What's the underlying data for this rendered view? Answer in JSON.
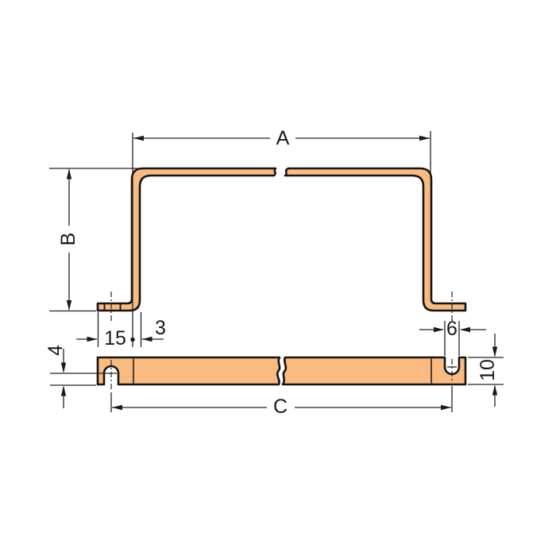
{
  "drawing": {
    "kind": "technical dimensional drawing",
    "views": [
      "bent bracket side elevation (top)",
      "flat bar side elevation (bottom)"
    ]
  },
  "labels": {
    "a": "A",
    "b": "B",
    "c": "C",
    "offset_15": "15",
    "thickness_3": "3",
    "slot_width_6": "6",
    "edge_dist_4": "4",
    "bar_height_10": "10"
  },
  "colors": {
    "copper": "#F9BB80",
    "outline": "#141414",
    "dimension_lines": "#242424",
    "background": "#FFFFFF"
  }
}
